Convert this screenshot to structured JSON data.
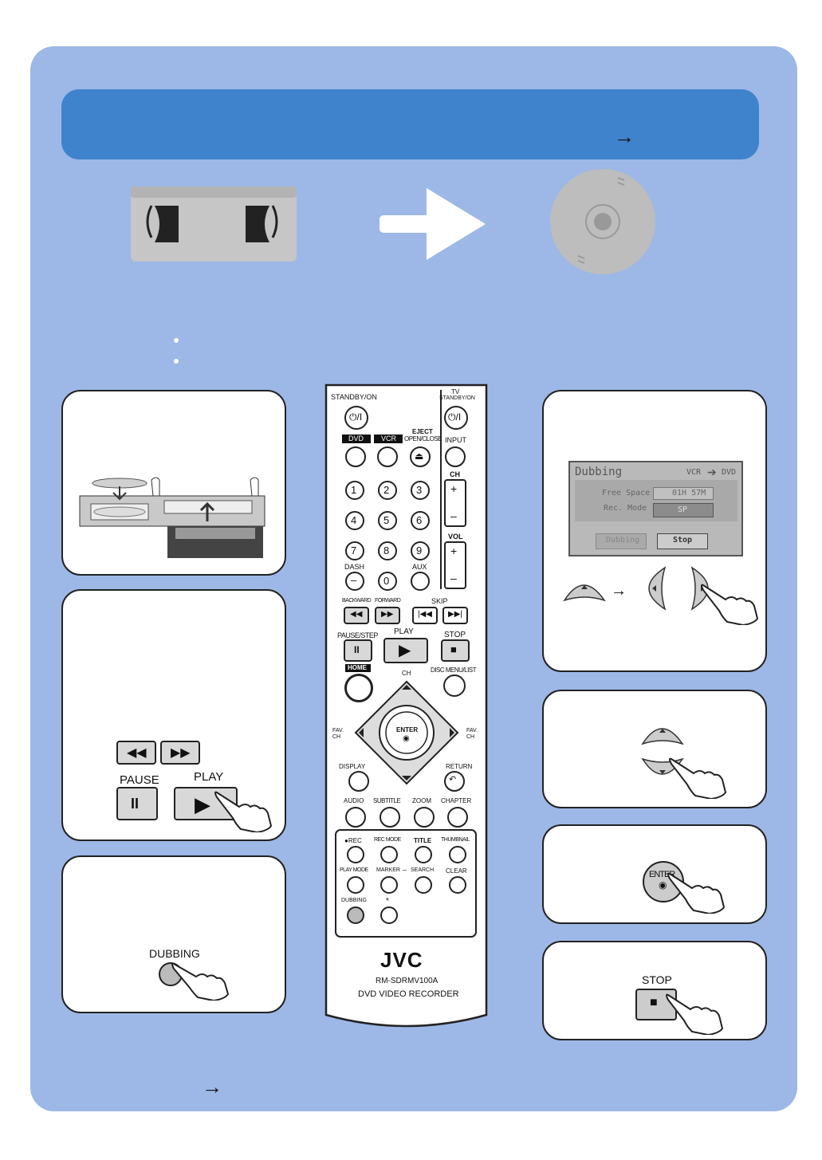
{
  "remote": {
    "model": "RM-SDRMV100A",
    "product": "DVD VIDEO RECORDER",
    "brand": "JVC",
    "labels": {
      "standby": "STANDBY/ON",
      "tv_standby": "TV STANDBY/ON",
      "tv": "TV",
      "tv_standby_sub": "STANDBY/ON",
      "dvd": "DVD",
      "vcr": "VCR",
      "eject": "EJECT",
      "open_close": "OPEN/CLOSE",
      "input": "INPUT",
      "ch": "CH",
      "vol": "VOL",
      "dash": "DASH",
      "aux": "AUX",
      "backward": "BACKWARD",
      "forward": "FORWARD",
      "skip": "SKIP",
      "pause_step": "PAUSE/STEP",
      "play": "PLAY",
      "stop": "STOP",
      "home": "HOME",
      "disc_menu": "DISC MENU/LIST",
      "fav_ch": "FAV.\nCH",
      "enter": "ENTER",
      "display": "DISPLAY",
      "return": "RETURN",
      "audio": "AUDIO",
      "subtitle": "SUBTITLE",
      "zoom": "ZOOM",
      "chapter": "CHAPTER",
      "rec": "●REC",
      "rec_mode": "REC MODE",
      "title": "TITLE",
      "thumbnail": "THUMBNAIL",
      "play_mode": "PLAY MODE",
      "marker": "MARKER",
      "search": "SEARCH",
      "clear": "CLEAR",
      "dubbing": "DUBBING",
      "star": "*"
    },
    "digits": [
      "1",
      "2",
      "3",
      "4",
      "5",
      "6",
      "7",
      "8",
      "9",
      "0"
    ]
  },
  "osd": {
    "title": "Dubbing",
    "source": "VCR",
    "dest": "DVD",
    "free_space_label": "Free Space",
    "free_space_value": "01H 57M",
    "rec_mode_label": "Rec. Mode",
    "rec_mode_value": "SP",
    "dubbing_btn": "Dubbing",
    "stop_btn": "Stop"
  },
  "steps": {
    "pause_label": "PAUSE",
    "play_label": "PLAY",
    "dubbing_label": "DUBBING",
    "enter_label": "ENTER",
    "stop_label": "STOP"
  },
  "arrows": {
    "banner_arrow": "→",
    "bottom_arrow": "→",
    "small_arrow": "→"
  },
  "colors": {
    "panel": "#9db8e6",
    "banner": "#3f83cc",
    "cassette": "#c6c6c6",
    "disc": "#bdbdbd"
  }
}
